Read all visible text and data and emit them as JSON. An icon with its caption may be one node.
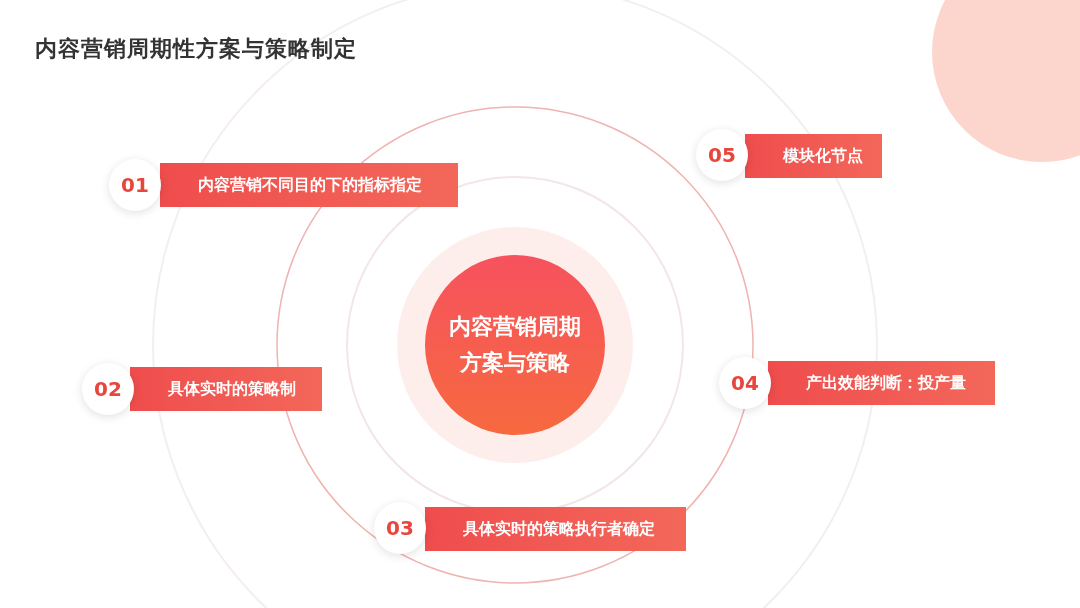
{
  "diagram": {
    "title": "内容营销周期性方案与策略制定",
    "nodes": [
      {
        "text": [
          "内容营销周期方案与策略"
        ]
      },
      {
        "text": [
          "01",
          "内容营销不同目的下的指标指定"
        ]
      },
      {
        "text": [
          "02",
          "具体实时的策略制"
        ]
      },
      {
        "text": [
          "03",
          "具体实时的策略执行者确定"
        ]
      },
      {
        "text": [
          "04",
          "产出效能判断：投产量"
        ]
      },
      {
        "text": [
          "05",
          "模块化节点"
        ]
      }
    ]
  }
}
